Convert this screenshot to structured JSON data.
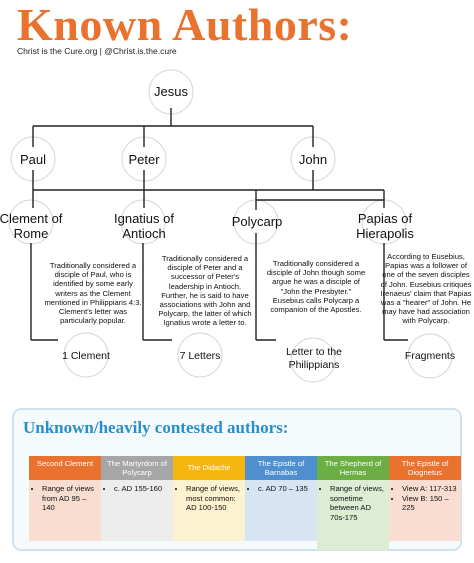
{
  "header": {
    "title": "Known Authors:",
    "subtitle": "Christ is the Cure.org | @Christ.is.the.cure"
  },
  "tree": {
    "root": "Jesus",
    "apostles": [
      "Paul",
      "Peter",
      "John"
    ],
    "authors": [
      {
        "line1": "Clement of",
        "line2": "Rome",
        "description": "Traditionally considered a disciple of Paul, who is identified by some early writers as the Clement mentioned in Philippians 4:3. Clement's letter was particularly popular.",
        "work": "1 Clement"
      },
      {
        "line1": "Ignatius of",
        "line2": "Antioch",
        "description": "Traditionally considered a disciple of Peter and a successor of Peter's leadership in Antioch. Further, he is said to have associations with John and Polycarp, the latter of which Ignatius wrote a letter to.",
        "work": "7 Letters"
      },
      {
        "line1": "Polycarp",
        "line2": "",
        "description": "Traditionally considered a disciple of John though some argue he was a disciple of \"John the Presbyter.\" Eusebius calls Polycarp a companion of the Apostles.",
        "work": "Letter to the Philippians"
      },
      {
        "line1": "Papias of",
        "line2": "Hierapolis",
        "description": "According to Eusebius, Papias was a follower of one of the seven disciples of John. Eusebius critiques Irenaeus' claim that Papias was a \"hearer\" of John. He may have had association with Polycarp.",
        "work": "Fragments"
      }
    ]
  },
  "unknown": {
    "title": "Unknown/heavily contested authors:",
    "cards": [
      {
        "title": "Second Clement",
        "color": "#e8722e",
        "bg": "#f8ddd0",
        "items": [
          "Range of views from AD 95 – 140"
        ]
      },
      {
        "title": "The Martyrdom of Polycarp",
        "color": "#a6a6a6",
        "bg": "#ededed",
        "items": [
          "c. AD 155-160"
        ]
      },
      {
        "title": "The Didache",
        "color": "#f5b60f",
        "bg": "#fdf2cf",
        "items": [
          "Range of views, most common: AD 100-150"
        ]
      },
      {
        "title": "The Epistle of Barnabas",
        "color": "#4f8fcf",
        "bg": "#d6e4f4",
        "items": [
          "c. AD 70 – 135"
        ]
      },
      {
        "title": "The Shepherd of Hermas",
        "color": "#6aae44",
        "bg": "#dcedd3",
        "items": [
          "Range of views, sometime between AD 70s-175"
        ]
      },
      {
        "title": "The Epistle of Diognetus",
        "color": "#e8722e",
        "bg": "#f8ddd0",
        "items": [
          "View A: 117-313",
          "View B: 150 – 225"
        ]
      }
    ]
  }
}
